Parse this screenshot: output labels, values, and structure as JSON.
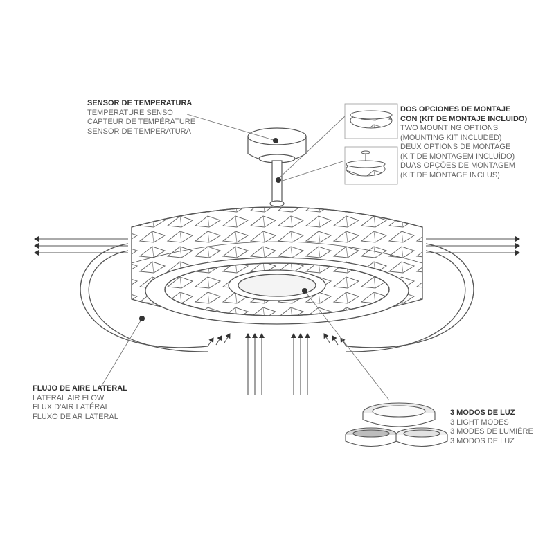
{
  "callouts": {
    "sensor": {
      "title": "SENSOR DE TEMPERATURA",
      "lines": [
        "TEMPERATURE SENSO",
        "CAPTEUR DE TEMPÉRATURE",
        "SENSOR DE TEMPERATURA"
      ]
    },
    "mounting": {
      "title_1": "DOS OPCIONES DE MONTAJE",
      "title_2": "CON (KIT DE MONTAJE INCLUIDO)",
      "lines": [
        "TWO MOUNTING OPTIONS",
        "(MOUNTING KIT INCLUDED)",
        "DEUX OPTIONS DE MONTAGE",
        "(KIT DE MONTAGEM INCLUÍDO)",
        "DUAS OPÇÕES DE MONTAGEM",
        "(KIT DE MONTAGE INCLUS)"
      ]
    },
    "airflow": {
      "title": "FLUJO DE AIRE LATERAL",
      "lines": [
        "LATERAL AIR FLOW",
        "FLUX D'AIR LATÉRAL",
        "FLUXO DE AR LATERAL"
      ]
    },
    "light": {
      "title": "3 MODOS DE LUZ",
      "lines": [
        "3 LIGHT MODES",
        "3 MODES DE LUMIÈRE",
        "3 MODOS DE LUZ"
      ]
    }
  },
  "colors": {
    "stroke": "#555555",
    "text": "#666666",
    "title": "#333333",
    "background": "#ffffff"
  }
}
